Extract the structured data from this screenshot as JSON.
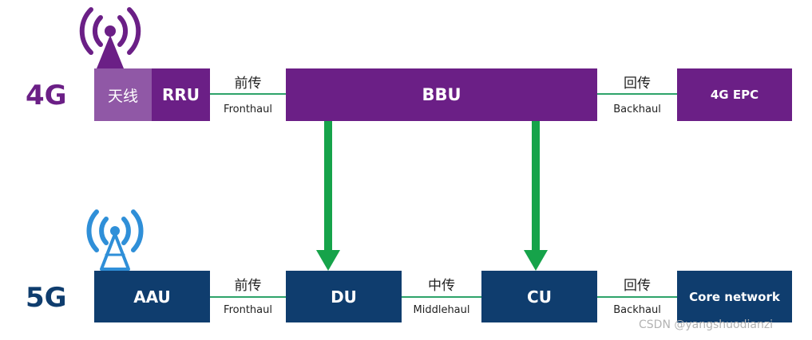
{
  "row4g": {
    "generation": "4G",
    "antenna_label": "天线",
    "rru": "RRU",
    "fronthaul_cn": "前传",
    "fronthaul_en": "Fronthaul",
    "bbu": "BBU",
    "backhaul_cn": "回传",
    "backhaul_en": "Backhaul",
    "epc": "4G EPC"
  },
  "row5g": {
    "generation": "5G",
    "aau": "AAU",
    "fronthaul_cn": "前传",
    "fronthaul_en": "Fronthaul",
    "du": "DU",
    "middlehaul_cn": "中传",
    "middlehaul_en": "Middlehaul",
    "cu": "CU",
    "backhaul_cn": "回传",
    "backhaul_en": "Backhaul",
    "core": "Core network"
  },
  "watermark": "CSDN @yangshuodianzi",
  "colors": {
    "purple_4g": "#6b1f86",
    "light_purple": "#9058a6",
    "navy_5g": "#0f3d6e",
    "antenna_blue": "#2f8fd8",
    "arrow_green": "#16a34a",
    "link_green": "#2ea36a"
  },
  "icons": [
    "antenna-tower-icon-4g",
    "antenna-tower-icon-5g"
  ]
}
